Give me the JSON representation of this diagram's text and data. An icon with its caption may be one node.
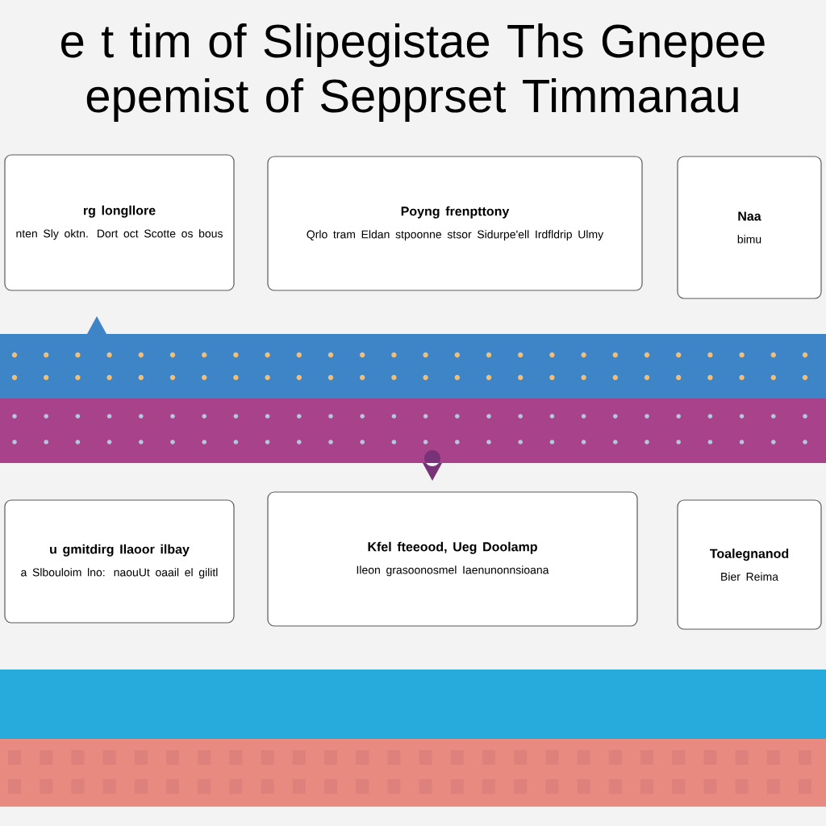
{
  "diagram": {
    "title": "e t tim of Slipegistae Ths Gnepee epemist of Sepprset Timmanau",
    "nodes": [
      {
        "text": [
          "rg longllore",
          "nten Sly oktn. Dort oct Scotte os bous"
        ]
      },
      {
        "text": [
          "Poyng frenpttony",
          "Qrlo tram Eldan stpoonne stsor Sidurpe'ell Irdfldrip Ulmy"
        ]
      },
      {
        "text": [
          "Naa",
          "bimu"
        ]
      },
      {
        "text": [
          "u gmitdirg Ilaoor ilbay",
          "a Slbouloim lno: naouUt oaail el gilitl"
        ]
      },
      {
        "text": [
          "Kfel fteeood, Ueg Doolamp",
          "Ileon grasoonosmel Iaenunonnsioana"
        ]
      },
      {
        "text": [
          "Toalegnanod",
          "Bier Reima"
        ]
      }
    ]
  }
}
